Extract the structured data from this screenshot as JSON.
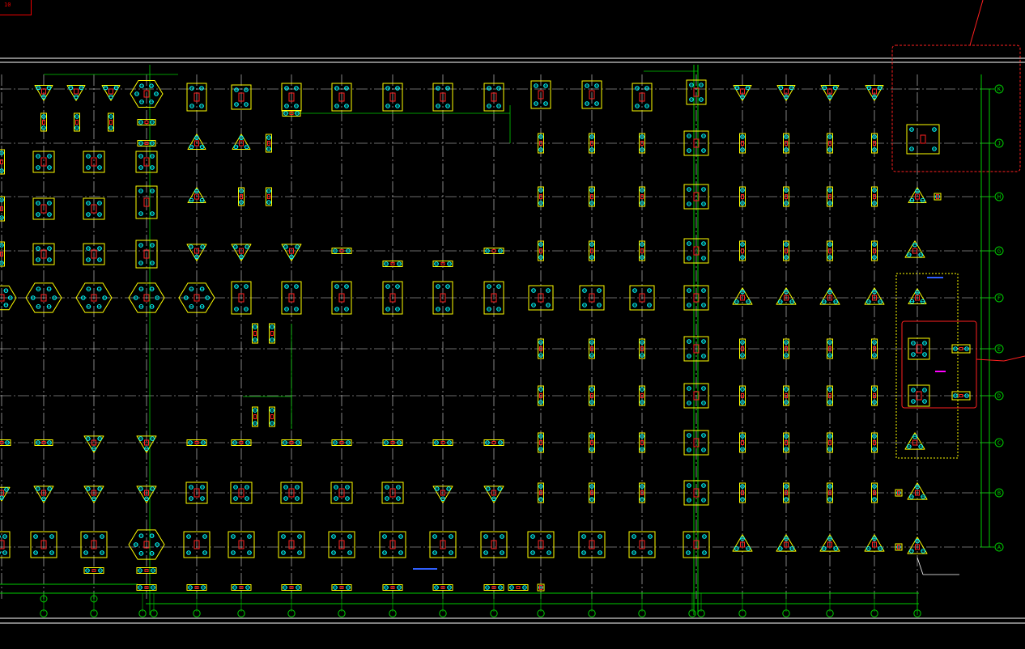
{
  "app": {
    "title_tag": "10",
    "background": "#000000"
  },
  "colors": {
    "grid_line": "#ffffff",
    "dim_line": "#00cc00",
    "footing_outline": "#ffff00",
    "pile": "#00ffff",
    "column": "#ff2020",
    "highlight_box": "#ff2020",
    "dashed_box": "#ffff00",
    "annotation_blue": "#3060ff",
    "annotation_magenta": "#ff00ff"
  },
  "grid": {
    "row_labels": [
      "K",
      "J",
      "H",
      "G",
      "F",
      "E",
      "D",
      "C",
      "B",
      "A"
    ],
    "column_bubbles": [
      "",
      "",
      "",
      "",
      "",
      "",
      "",
      "",
      "",
      "",
      "",
      "",
      "",
      "",
      "",
      "",
      "",
      "",
      ""
    ]
  }
}
